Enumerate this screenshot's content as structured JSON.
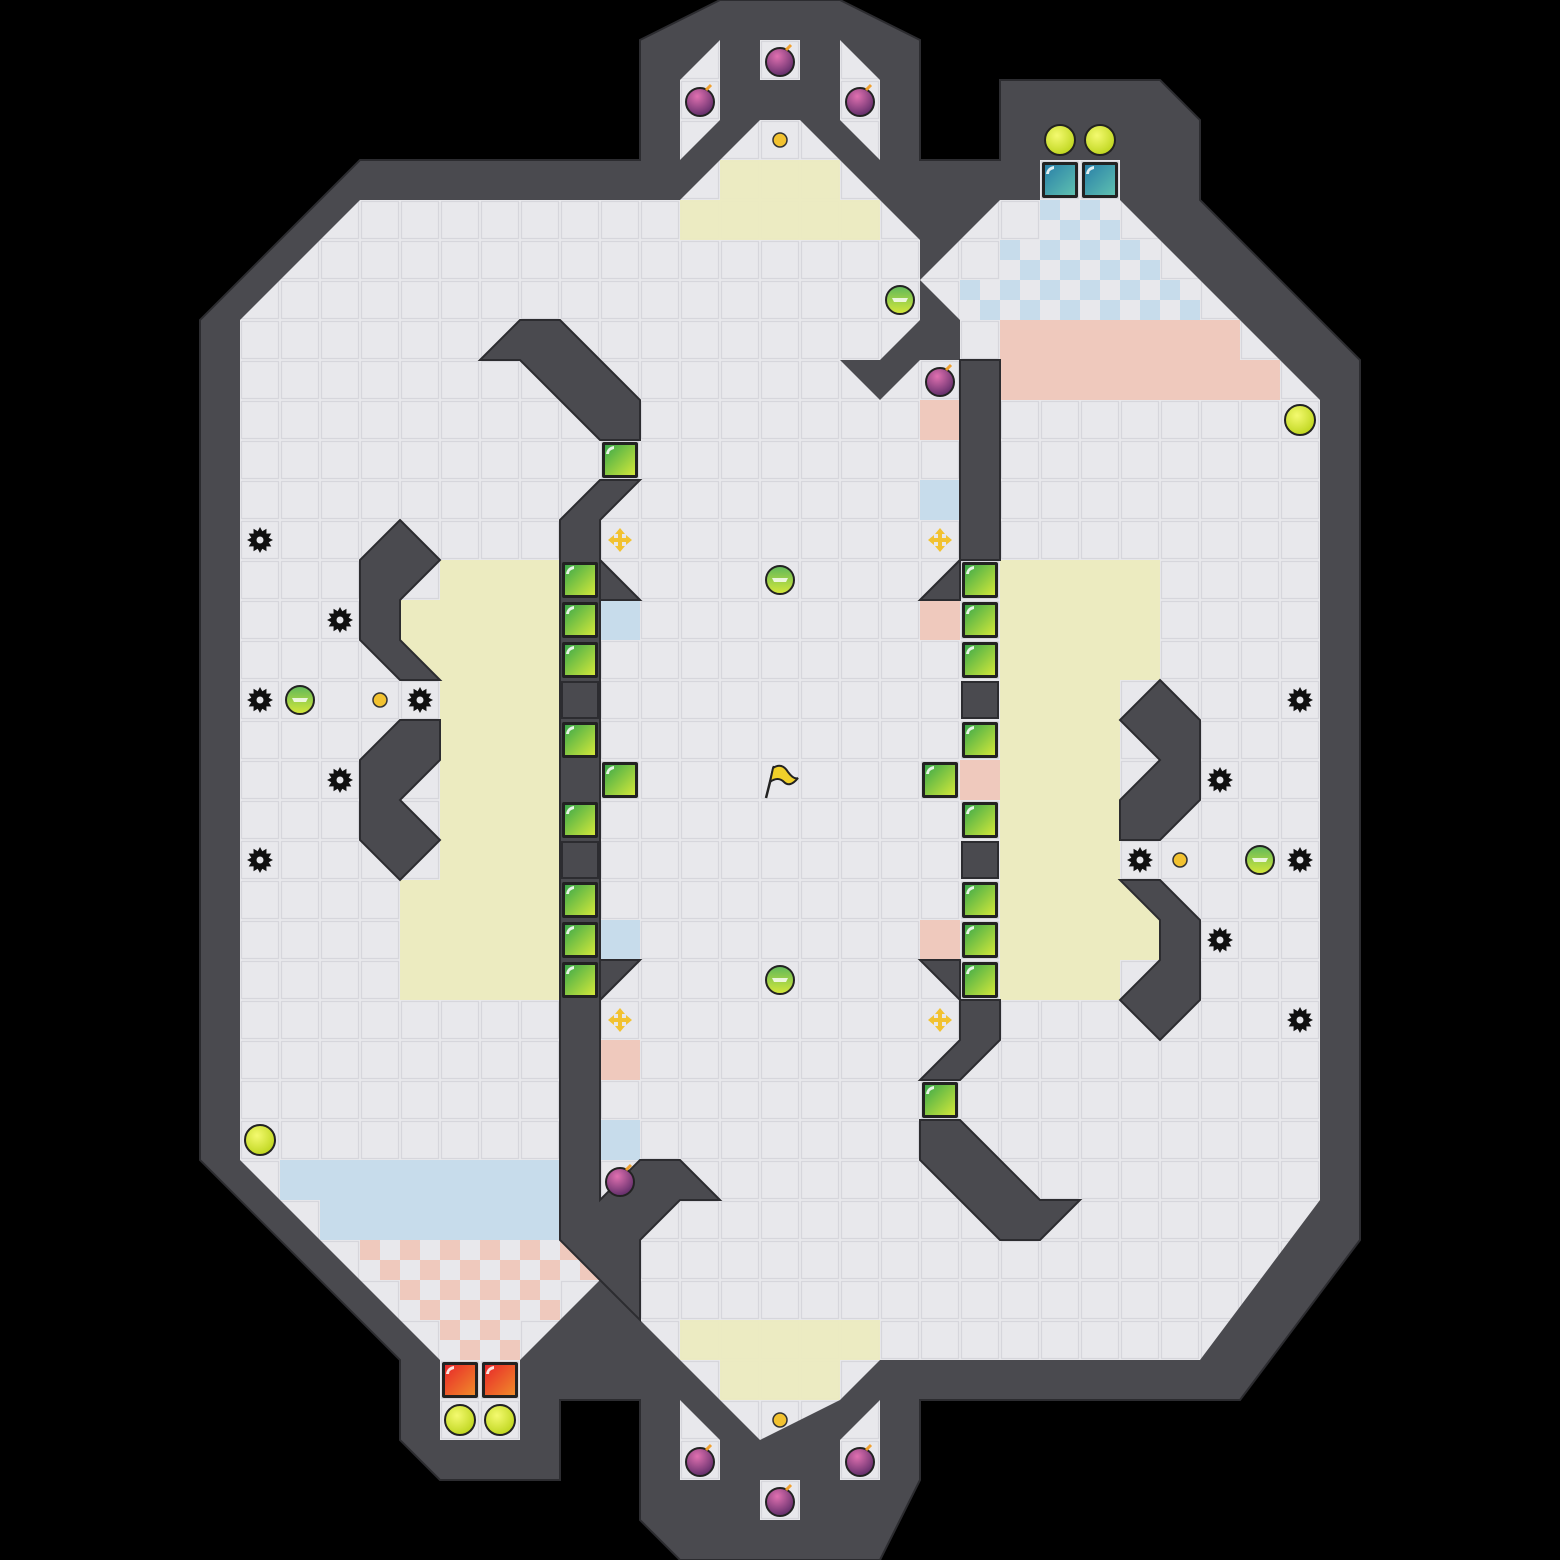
{
  "level": {
    "name": "",
    "colors": {
      "background": "#000000",
      "floor": "#e8e8ec",
      "floor_grid": "#d6d6dc",
      "wall": "#4a4a4f",
      "wall_edge": "#2c2c30",
      "yellow_zone": "#ecebc0",
      "blue_zone": "#c7dceb",
      "red_zone": "#efc9bd",
      "green_block": "#7cc83a",
      "red_block": "#e8402a",
      "teal_block": "#3e9db3",
      "yellow_orb": "#d8e82a",
      "bomb": "#8a3f7a",
      "gear": "#111111",
      "spawn_cross": "#f2c230",
      "flag": "#f0d02a"
    },
    "icons": {
      "goal": "flag-icon",
      "spawn": "spawn-cross-icon",
      "hazard": "gear-mine-icon",
      "bomb": "bomb-icon",
      "orb": "yellow-orb-icon",
      "shield": "shield-orb-icon",
      "coin": "small-coin-icon",
      "block": "green-block-icon"
    },
    "objects": {
      "flag": [
        [
          19,
          19
        ]
      ],
      "spawns": [
        [
          15,
          13
        ],
        [
          23,
          13
        ],
        [
          15,
          25
        ],
        [
          23,
          25
        ]
      ],
      "gears": [
        [
          6,
          13
        ],
        [
          8,
          15
        ],
        [
          6,
          17
        ],
        [
          10,
          17
        ],
        [
          8,
          19
        ],
        [
          6,
          21
        ],
        [
          32,
          17
        ],
        [
          30,
          19
        ],
        [
          28,
          21
        ],
        [
          32,
          21
        ],
        [
          30,
          23
        ],
        [
          32,
          25
        ]
      ],
      "green_orbs": [
        [
          22,
          7
        ],
        [
          19,
          14
        ],
        [
          7,
          17
        ],
        [
          31,
          21
        ],
        [
          19,
          24
        ]
      ],
      "yellow_orbs": [
        [
          26,
          3
        ],
        [
          27,
          3
        ],
        [
          32,
          10
        ],
        [
          6,
          28
        ],
        [
          11,
          35
        ],
        [
          12,
          35
        ]
      ],
      "bombs": [
        [
          19,
          1
        ],
        [
          17,
          2
        ],
        [
          21,
          2
        ],
        [
          23,
          9
        ],
        [
          15,
          29
        ],
        [
          17,
          36
        ],
        [
          21,
          36
        ],
        [
          19,
          37
        ]
      ],
      "coins": [
        [
          19,
          3
        ],
        [
          9,
          17
        ],
        [
          29,
          21
        ],
        [
          19,
          35
        ]
      ],
      "green_blocks": [
        [
          15,
          11
        ],
        [
          14,
          14
        ],
        [
          14,
          15
        ],
        [
          14,
          16
        ],
        [
          14,
          18
        ],
        [
          15,
          19
        ],
        [
          14,
          20
        ],
        [
          14,
          22
        ],
        [
          14,
          23
        ],
        [
          14,
          24
        ],
        [
          24,
          14
        ],
        [
          24,
          15
        ],
        [
          24,
          16
        ],
        [
          24,
          18
        ],
        [
          23,
          19
        ],
        [
          24,
          20
        ],
        [
          24,
          22
        ],
        [
          24,
          23
        ],
        [
          24,
          24
        ],
        [
          23,
          27
        ]
      ],
      "dark_blocks": [
        [
          14,
          17
        ],
        [
          14,
          21
        ],
        [
          24,
          17
        ],
        [
          24,
          21
        ]
      ],
      "red_blocks": [
        [
          11,
          34
        ],
        [
          12,
          34
        ]
      ],
      "teal_blocks": [
        [
          26,
          4
        ],
        [
          27,
          4
        ]
      ]
    }
  }
}
